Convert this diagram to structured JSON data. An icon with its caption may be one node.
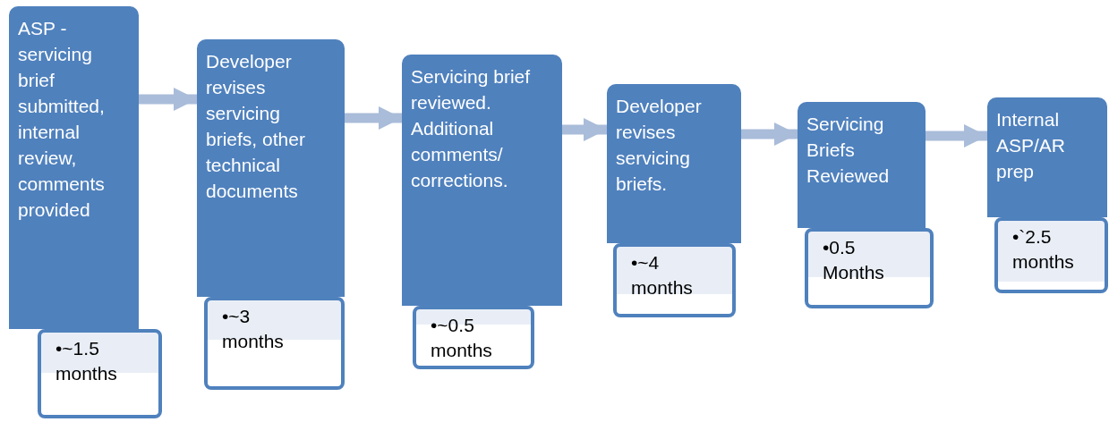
{
  "diagram": {
    "nodes": [
      {
        "text": [
          "ASP - servicing brief submitted, internal review, comments provided"
        ]
      },
      {
        "text": [
          "•~1.5 months"
        ]
      },
      {
        "text": [
          "Developer revises servicing briefs, other technical documents"
        ]
      },
      {
        "text": [
          "•~3 months"
        ]
      },
      {
        "text": [
          "Servicing brief reviewed. Additional comments/ corrections."
        ]
      },
      {
        "text": [
          "•~0.5 months"
        ]
      },
      {
        "text": [
          "Developer revises servicing briefs."
        ]
      },
      {
        "text": [
          "•~4 months"
        ]
      },
      {
        "text": [
          "Servicing Briefs Reviewed"
        ]
      },
      {
        "text": [
          "•0.5 Months"
        ]
      },
      {
        "text": [
          "Internal ASP/AR prep"
        ]
      },
      {
        "text": [
          "•`2.5 months"
        ]
      }
    ],
    "edges": [
      {
        "from": 0,
        "to": 2,
        "arrow": "to"
      },
      {
        "from": 2,
        "to": 4,
        "arrow": "to"
      },
      {
        "from": 4,
        "to": 6,
        "arrow": "to"
      },
      {
        "from": 6,
        "to": 8,
        "arrow": "to"
      },
      {
        "from": 8,
        "to": 10,
        "arrow": "to"
      }
    ]
  }
}
